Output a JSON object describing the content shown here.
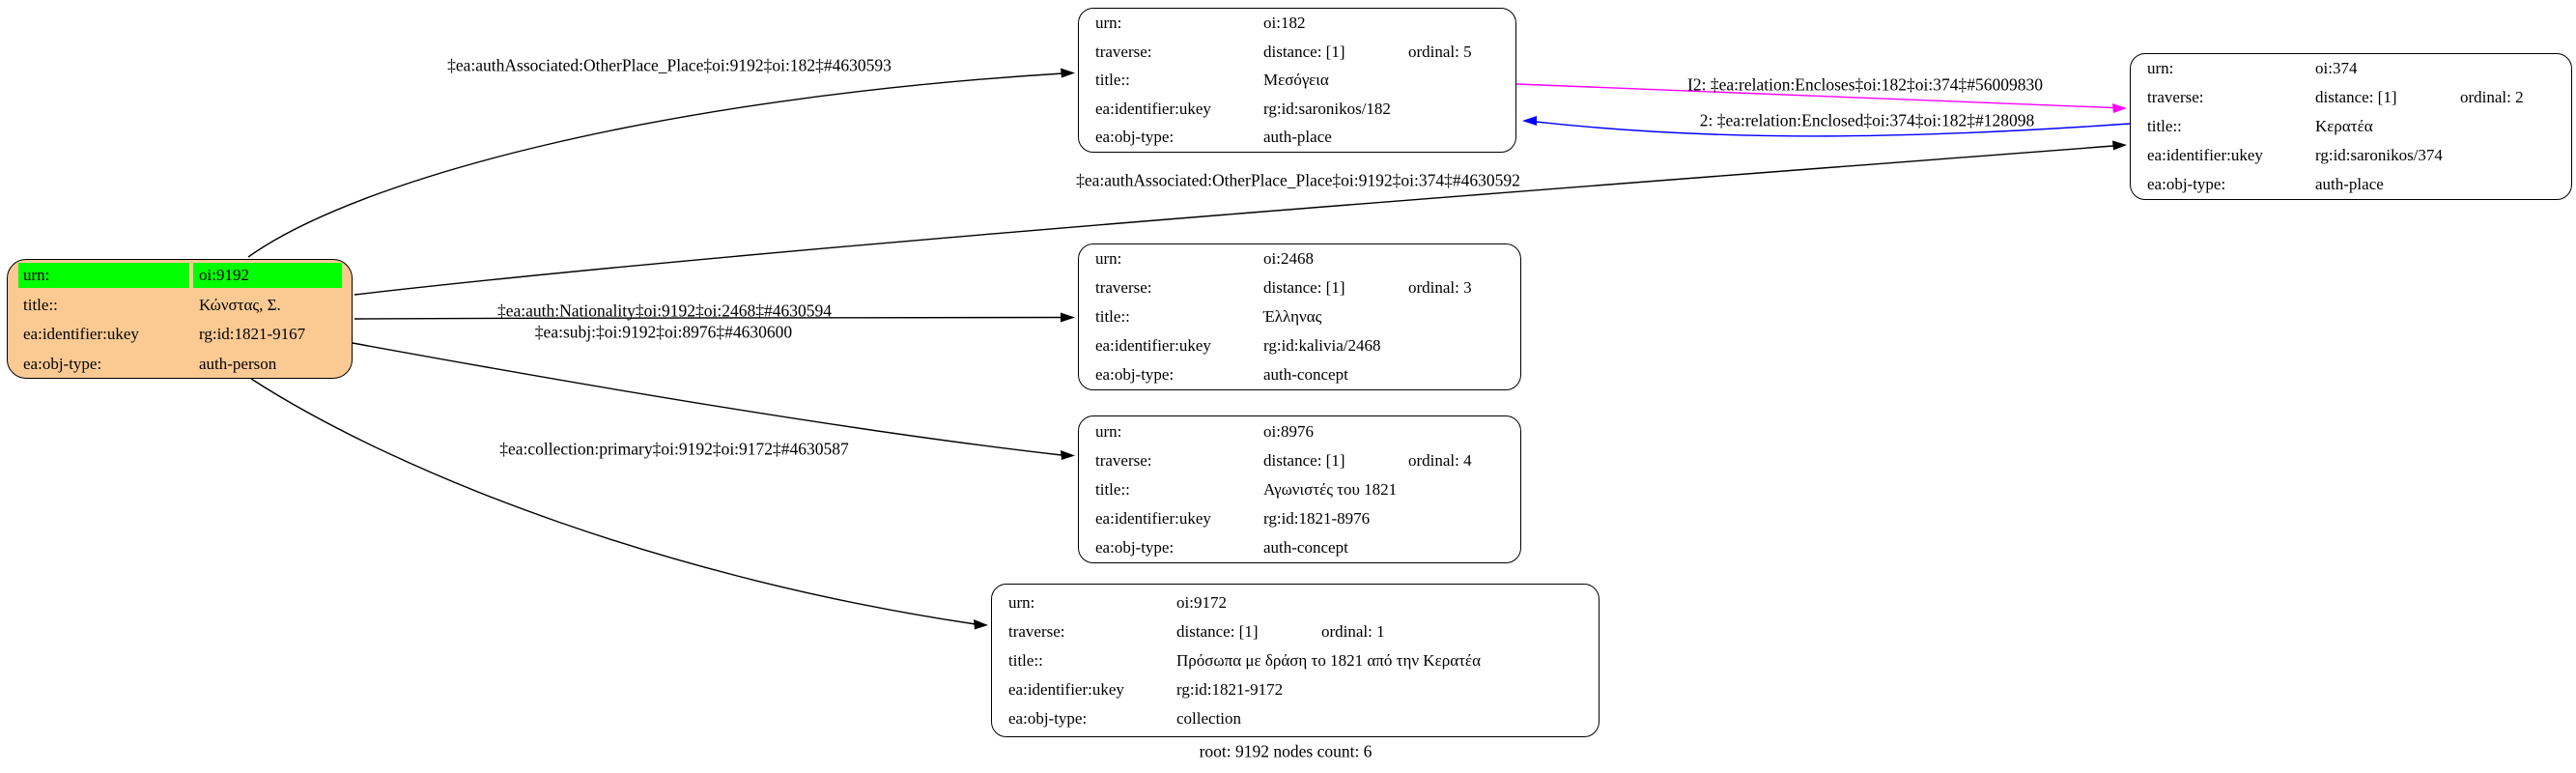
{
  "caption": "root: 9192 nodes count: 6",
  "colors": {
    "person_fill": "#FBCA93",
    "highlight": "#00FF00",
    "encloses_edge": "#FF00FF",
    "enclosed_edge": "#0000FF",
    "default_edge": "#000000"
  },
  "nodes": {
    "person9192": {
      "rows": [
        {
          "key": "urn:",
          "val": "oi:9192"
        },
        {
          "key": "title::",
          "val": "Κώνστας, Σ."
        },
        {
          "key": "ea:identifier:ukey",
          "val": "rg:id:1821-9167"
        },
        {
          "key": "ea:obj-type:",
          "val": "auth-person"
        }
      ]
    },
    "place182": {
      "rows": [
        {
          "key": "urn:",
          "val": "oi:182"
        },
        {
          "key": "traverse:",
          "val": "distance: [1]",
          "val2": "ordinal: 5"
        },
        {
          "key": "title::",
          "val": "Μεσόγεια"
        },
        {
          "key": "ea:identifier:ukey",
          "val": "rg:id:saronikos/182"
        },
        {
          "key": "ea:obj-type:",
          "val": "auth-place"
        }
      ]
    },
    "place374": {
      "rows": [
        {
          "key": "urn:",
          "val": "oi:374"
        },
        {
          "key": "traverse:",
          "val": "distance: [1]",
          "val2": "ordinal: 2"
        },
        {
          "key": "title::",
          "val": "Κερατέα"
        },
        {
          "key": "ea:identifier:ukey",
          "val": "rg:id:saronikos/374"
        },
        {
          "key": "ea:obj-type:",
          "val": "auth-place"
        }
      ]
    },
    "concept2468": {
      "rows": [
        {
          "key": "urn:",
          "val": "oi:2468"
        },
        {
          "key": "traverse:",
          "val": "distance: [1]",
          "val2": "ordinal: 3"
        },
        {
          "key": "title::",
          "val": "Έλληνας"
        },
        {
          "key": "ea:identifier:ukey",
          "val": "rg:id:kalivia/2468"
        },
        {
          "key": "ea:obj-type:",
          "val": "auth-concept"
        }
      ]
    },
    "concept8976": {
      "rows": [
        {
          "key": "urn:",
          "val": "oi:8976"
        },
        {
          "key": "traverse:",
          "val": "distance: [1]",
          "val2": "ordinal: 4"
        },
        {
          "key": "title::",
          "val": "Αγωνιστές του 1821"
        },
        {
          "key": "ea:identifier:ukey",
          "val": "rg:id:1821-8976"
        },
        {
          "key": "ea:obj-type:",
          "val": "auth-concept"
        }
      ]
    },
    "collection9172": {
      "rows": [
        {
          "key": "urn:",
          "val": "oi:9172"
        },
        {
          "key": "traverse:",
          "val": "distance: [1]",
          "val2": "ordinal: 1"
        },
        {
          "key": "title::",
          "val": "Πρόσωπα με δράση το 1821 από την Κερατέα"
        },
        {
          "key": "ea:identifier:ukey",
          "val": "rg:id:1821-9172"
        },
        {
          "key": "ea:obj-type:",
          "val": "collection"
        }
      ]
    }
  },
  "edges": {
    "assoc182": {
      "label": "‡ea:authAssociated:OtherPlace_Place‡oi:9192‡oi:182‡#4630593"
    },
    "assoc374": {
      "label": "‡ea:authAssociated:OtherPlace_Place‡oi:9192‡oi:374‡#4630592"
    },
    "encloses": {
      "label": "I2: ‡ea:relation:Encloses‡oi:182‡oi:374‡#56009830"
    },
    "enclosed": {
      "label": "2: ‡ea:relation:Enclosed‡oi:374‡oi:182‡#128098"
    },
    "nationality": {
      "label": "‡ea:auth:Nationality‡oi:9192‡oi:2468‡#4630594"
    },
    "subj": {
      "label": "‡ea:subj:‡oi:9192‡oi:8976‡#4630600"
    },
    "collection": {
      "label": "‡ea:collection:primary‡oi:9192‡oi:9172‡#4630587"
    }
  }
}
